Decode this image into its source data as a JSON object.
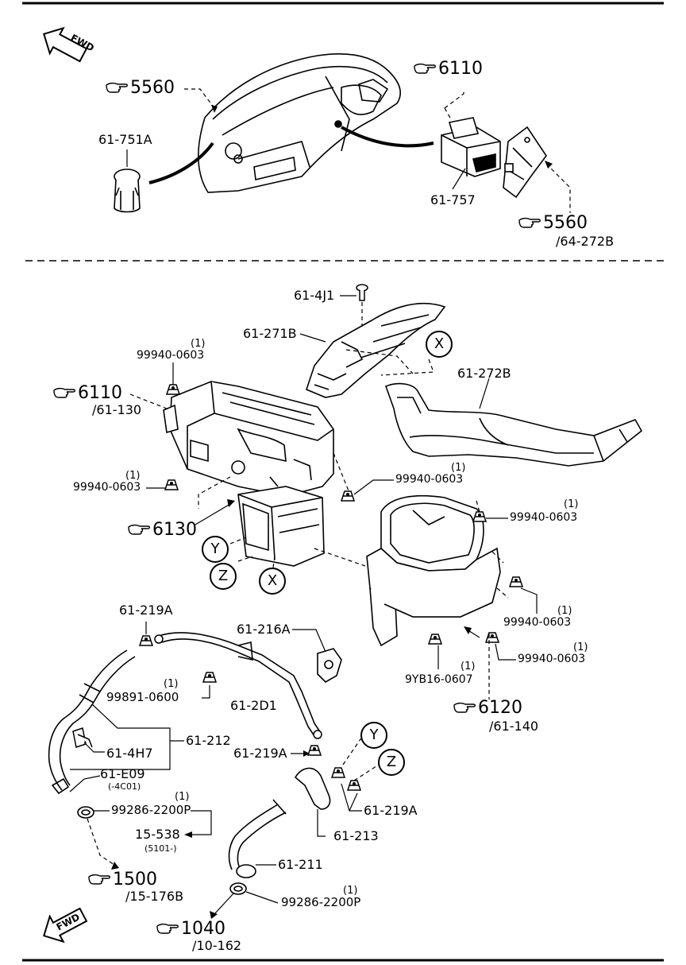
{
  "fwd_arrows": [
    "FWD",
    "FWD"
  ],
  "references": [
    {
      "id": "ref-5560-top",
      "number": "5560",
      "sub": ""
    },
    {
      "id": "ref-6110-top",
      "number": "6110",
      "sub": ""
    },
    {
      "id": "ref-5560-right",
      "number": "5560",
      "sub": "/64-272B"
    },
    {
      "id": "ref-6110-mid",
      "number": "6110",
      "sub": "/61-130"
    },
    {
      "id": "ref-6130",
      "number": "6130",
      "sub": ""
    },
    {
      "id": "ref-6120",
      "number": "6120",
      "sub": "/61-140"
    },
    {
      "id": "ref-1500",
      "number": "1500",
      "sub": "/15-176B"
    },
    {
      "id": "ref-1040",
      "number": "1040",
      "sub": "/10-162"
    }
  ],
  "parts": {
    "p61_751A": "61-751A",
    "p61_757": "61-757",
    "p61_4J1": "61-4J1",
    "p61_271B": "61-271B",
    "p61_272B": "61-272B",
    "p99940_a": "99940-0603",
    "p99940_b": "99940-0603",
    "p99940_c": "99940-0603",
    "p99940_d": "99940-0603",
    "p99940_e": "99940-0603",
    "p99940_f": "99940-0603",
    "p61_219A_top": "61-219A",
    "p61_216A": "61-216A",
    "p99891": "99891-0600",
    "p61_2D1": "61-2D1",
    "p61_212": "61-212",
    "p61_4H7": "61-4H7",
    "p61_E09": "61-E09",
    "p61_E09_sub": "(-4C01)",
    "p61_219A_mid": "61-219A",
    "p61_219A_right": "61-219A",
    "p99286_a": "99286-2200P",
    "p15_538": "15-538",
    "p15_538_sub": "(5101-)",
    "p61_213": "61-213",
    "p61_211": "61-211",
    "p99286_b": "99286-2200P",
    "p9YB16": "9YB16-0607"
  },
  "qty": "(1)",
  "callouts": {
    "x1": "X",
    "x2": "X",
    "y1": "Y",
    "z1": "Z",
    "y2": "Y",
    "z2": "Z"
  }
}
